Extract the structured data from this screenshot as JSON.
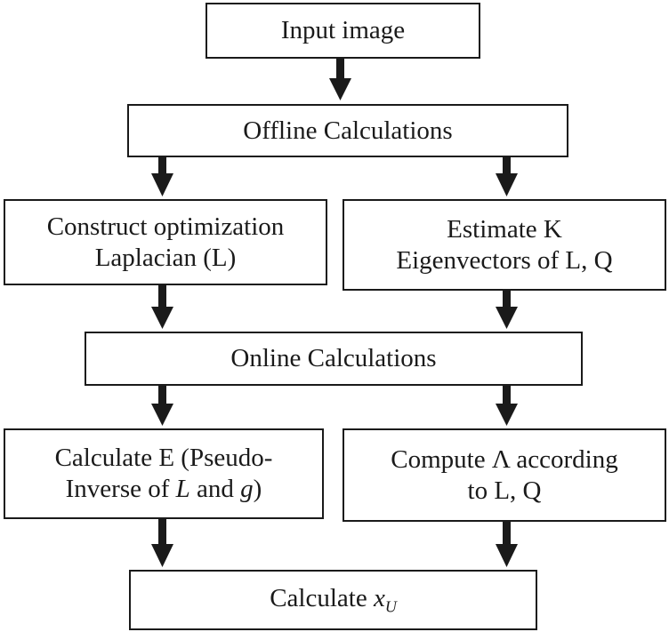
{
  "nodes": {
    "input": {
      "label": "Input image"
    },
    "offline": {
      "label": "Offline Calculations"
    },
    "construct": {
      "line1": "Construct optimization",
      "line2": "Laplacian (L)"
    },
    "estimate": {
      "line1": "Estimate K",
      "line2": "Eigenvectors of L, Q"
    },
    "online": {
      "label": "Online Calculations"
    },
    "calc_e": {
      "line1": "Calculate E (Pseudo-",
      "line2_pre": "Inverse of ",
      "line2_var1": "L",
      "line2_mid": " and ",
      "line2_var2": "g",
      "line2_post": ")"
    },
    "compute": {
      "line1": "Compute Λ according",
      "line2": "to L, Q"
    },
    "final": {
      "label_pre": "Calculate ",
      "var": "x",
      "sub": "U"
    }
  },
  "edges": [
    {
      "from": "input",
      "to": "offline"
    },
    {
      "from": "offline",
      "to": "construct"
    },
    {
      "from": "offline",
      "to": "estimate"
    },
    {
      "from": "construct",
      "to": "online"
    },
    {
      "from": "estimate",
      "to": "online"
    },
    {
      "from": "online",
      "to": "calc_e"
    },
    {
      "from": "online",
      "to": "compute"
    },
    {
      "from": "calc_e",
      "to": "final"
    },
    {
      "from": "compute",
      "to": "final"
    }
  ],
  "colors": {
    "stroke": "#1a1a1a",
    "background": "#ffffff"
  }
}
